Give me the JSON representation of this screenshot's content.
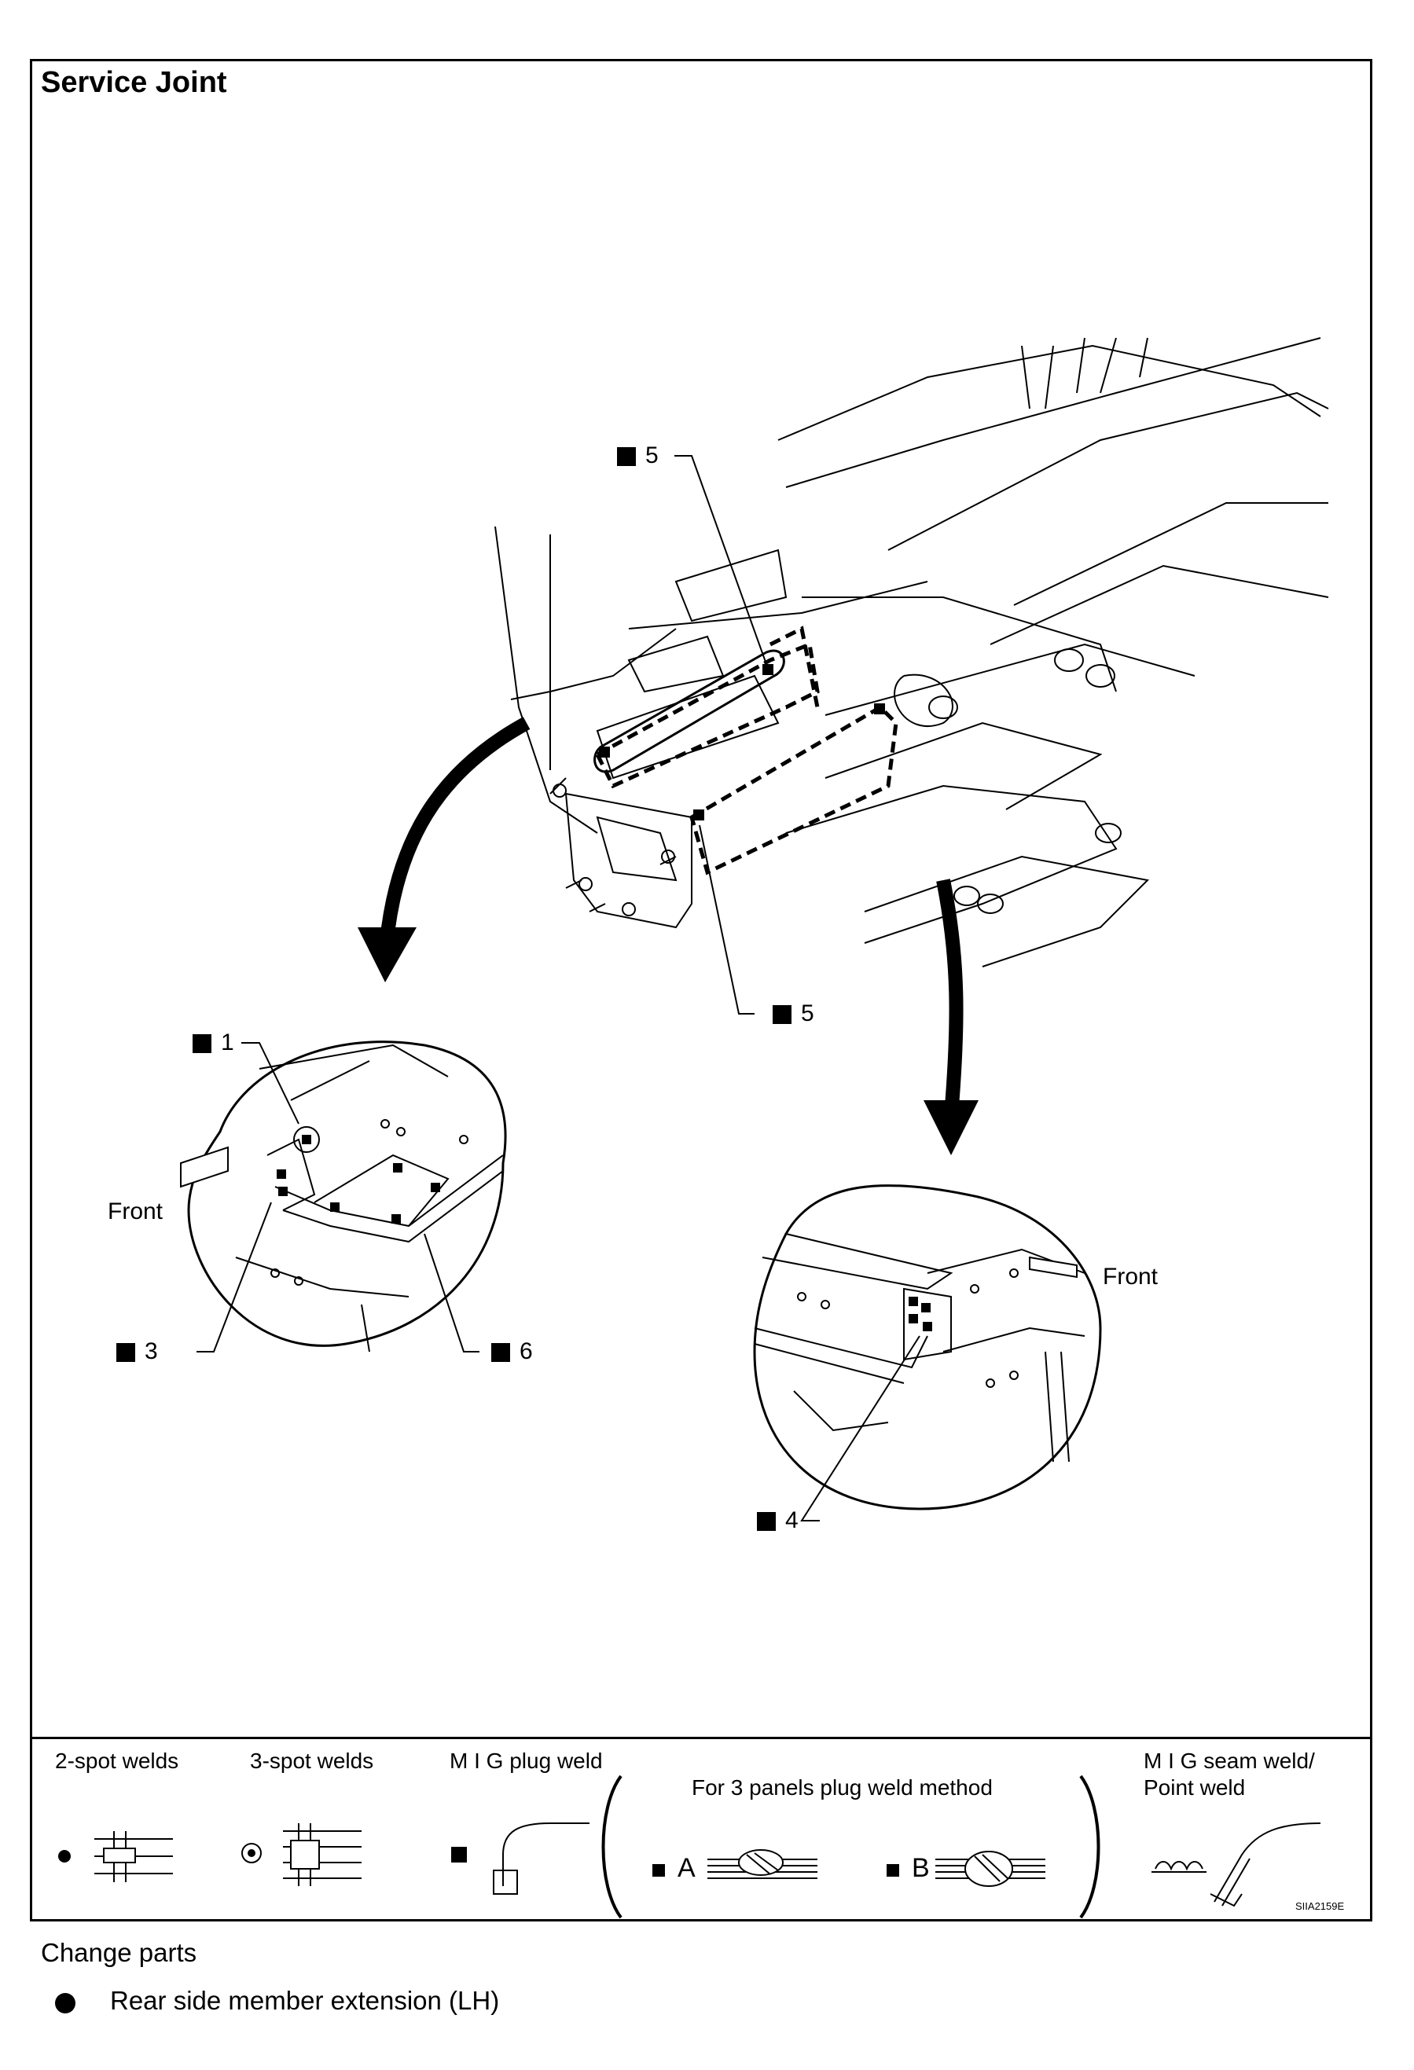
{
  "section": {
    "title": "Service Joint"
  },
  "callouts": {
    "c5_top": "5",
    "c5_bottom": "5",
    "c1": "1",
    "c3": "3",
    "c6": "6",
    "c4": "4",
    "front_left": "Front",
    "front_right": "Front"
  },
  "legend": {
    "two_spot": "2-spot welds",
    "three_spot": "3-spot welds",
    "mig_plug": "M I G plug weld",
    "three_panels": "For 3 panels plug weld method",
    "method_a": "A",
    "method_b": "B",
    "mig_seam_line1": "M I G seam weld/",
    "mig_seam_line2": "Point weld"
  },
  "figure_code": "SIIA2159E",
  "change_parts": {
    "heading": "Change parts",
    "items": [
      "Rear side member extension (LH)"
    ]
  }
}
